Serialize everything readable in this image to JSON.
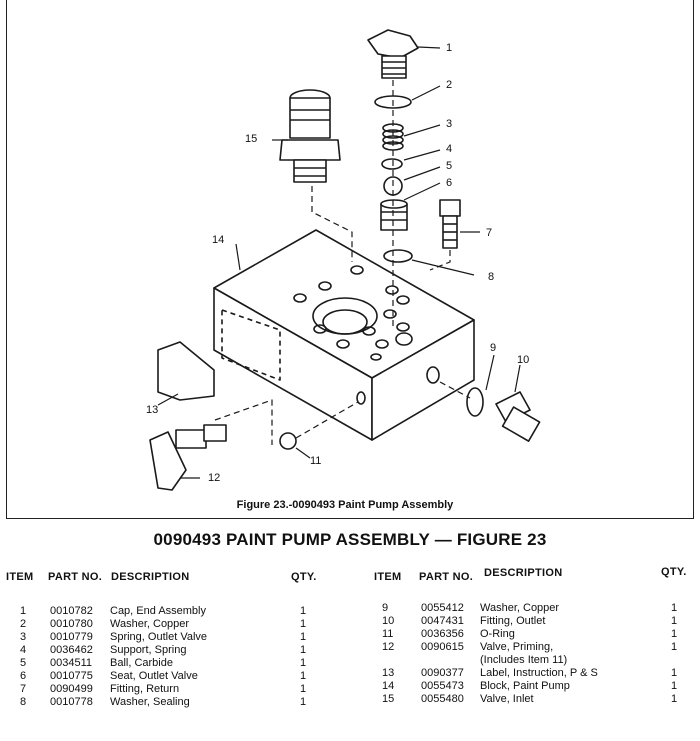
{
  "figure": {
    "caption": "Figure 23.-0090493 Paint Pump Assembly",
    "callouts": [
      "1",
      "2",
      "3",
      "4",
      "5",
      "6",
      "7",
      "8",
      "9",
      "10",
      "11",
      "12",
      "13",
      "14",
      "15"
    ]
  },
  "title": "0090493 PAINT PUMP ASSEMBLY — FIGURE 23",
  "headers": {
    "left": {
      "item": "ITEM",
      "part": "PART NO.",
      "desc": "DESCRIPTION",
      "qty": "QTY."
    },
    "right": {
      "item": "ITEM",
      "part": "PART NO.",
      "desc": "DESCRIPTION",
      "qty": "QTY."
    }
  },
  "parts_left": [
    {
      "item": "1",
      "part": "0010782",
      "desc": "Cap, End Assembly",
      "qty": "1"
    },
    {
      "item": "2",
      "part": "0010780",
      "desc": "Washer, Copper",
      "qty": "1"
    },
    {
      "item": "3",
      "part": "0010779",
      "desc": "Spring, Outlet Valve",
      "qty": "1"
    },
    {
      "item": "4",
      "part": "0036462",
      "desc": "Support, Spring",
      "qty": "1"
    },
    {
      "item": "5",
      "part": "0034511",
      "desc": "Ball, Carbide",
      "qty": "1"
    },
    {
      "item": "6",
      "part": "0010775",
      "desc": "Seat, Outlet Valve",
      "qty": "1"
    },
    {
      "item": "7",
      "part": "0090499",
      "desc": "Fitting, Return",
      "qty": "1"
    },
    {
      "item": "8",
      "part": "0010778",
      "desc": "Washer, Sealing",
      "qty": "1"
    }
  ],
  "parts_right": [
    {
      "item": "9",
      "part": "0055412",
      "desc": "Washer, Copper",
      "qty": "1"
    },
    {
      "item": "10",
      "part": "0047431",
      "desc": "Fitting, Outlet",
      "qty": "1"
    },
    {
      "item": "11",
      "part": "0036356",
      "desc": "O-Ring",
      "qty": "1"
    },
    {
      "item": "12",
      "part": "0090615",
      "desc": "Valve, Priming,",
      "qty": "1"
    },
    {
      "item": "",
      "part": "",
      "desc": "(Includes Item 11)",
      "qty": ""
    },
    {
      "item": "13",
      "part": "0090377",
      "desc": "Label, Instruction, P & S",
      "qty": "1"
    },
    {
      "item": "14",
      "part": "0055473",
      "desc": "Block, Paint Pump",
      "qty": "1"
    },
    {
      "item": "15",
      "part": "0055480",
      "desc": "Valve, Inlet",
      "qty": "1"
    }
  ]
}
